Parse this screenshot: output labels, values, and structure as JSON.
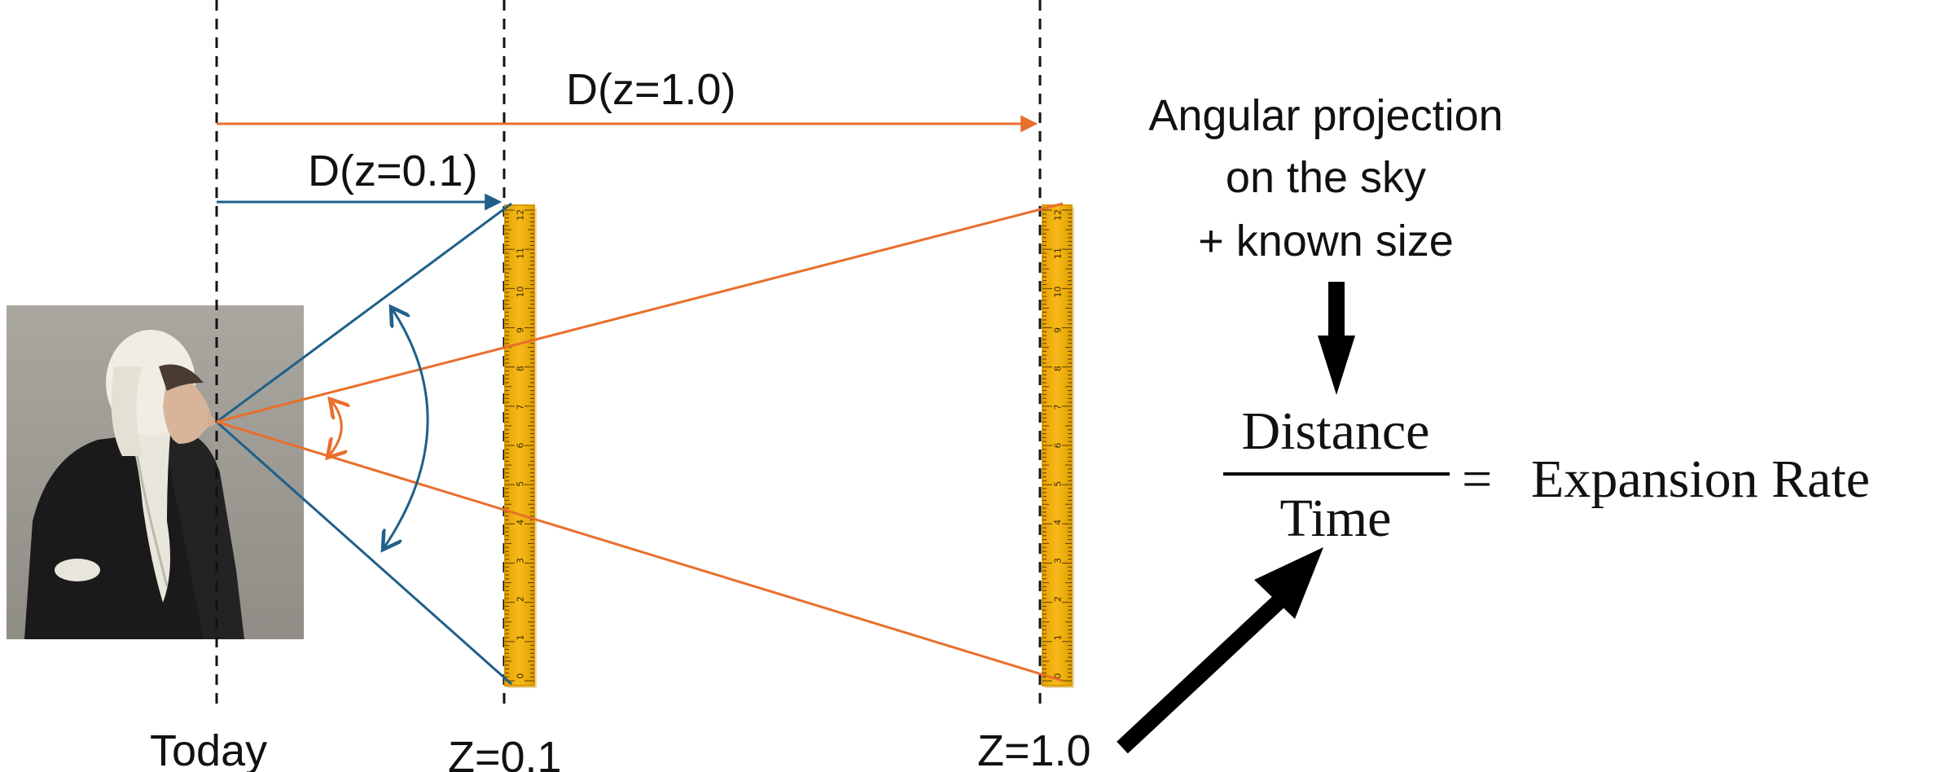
{
  "labels": {
    "today": "Today",
    "z01": "Z=0.1",
    "z10": "Z=1.0",
    "d_z01": "D(z=0.1)",
    "d_z10": "D(z=1.0)"
  },
  "annotation": {
    "line1": "Angular projection",
    "line2": "on the sky",
    "line3": "+ known size"
  },
  "formula": {
    "numerator": "Distance",
    "denominator": "Time",
    "equals": "=",
    "result": "Expansion Rate"
  },
  "colors": {
    "blue": "#1f6089",
    "orange": "#e86f2c",
    "ruler": "#f4b400",
    "ruler_edge": "#d99a00",
    "dashed": "#111111",
    "arrow": "#000000"
  },
  "icons": {
    "portrait": "seated-woman-portrait-icon",
    "ruler": "ruler-icon"
  },
  "ruler_numbers": [
    "0",
    "1",
    "2",
    "3",
    "4",
    "5",
    "6",
    "7",
    "8",
    "9",
    "10",
    "11",
    "12"
  ]
}
